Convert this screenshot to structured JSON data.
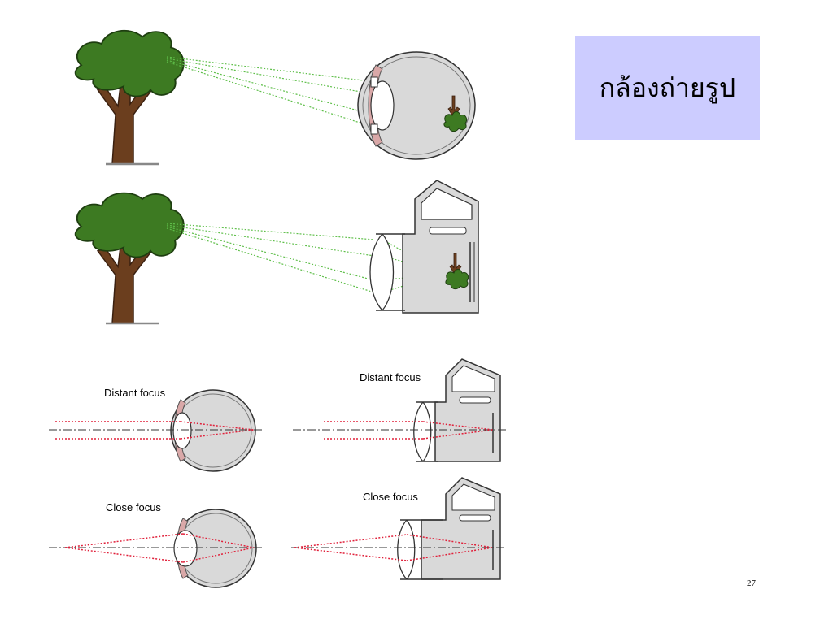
{
  "slide": {
    "title": "กล้องถ่ายรูป",
    "page_number": "27",
    "title_bg_color": "#ccccff"
  },
  "labels": {
    "eye_distant": "Distant focus",
    "camera_distant": "Distant focus",
    "eye_close": "Close focus",
    "camera_close": "Close focus"
  },
  "colors": {
    "foliage": "#3d7a22",
    "trunk": "#6b3e1e",
    "eye_fill": "#d9d9d9",
    "eye_tissue": "#d9a8a8",
    "green_rays": "#5fbf4a",
    "red_rays": "#e0203a",
    "outline": "#333333"
  },
  "icons": [
    "tree-icon",
    "eye-diagram",
    "camera-diagram"
  ]
}
